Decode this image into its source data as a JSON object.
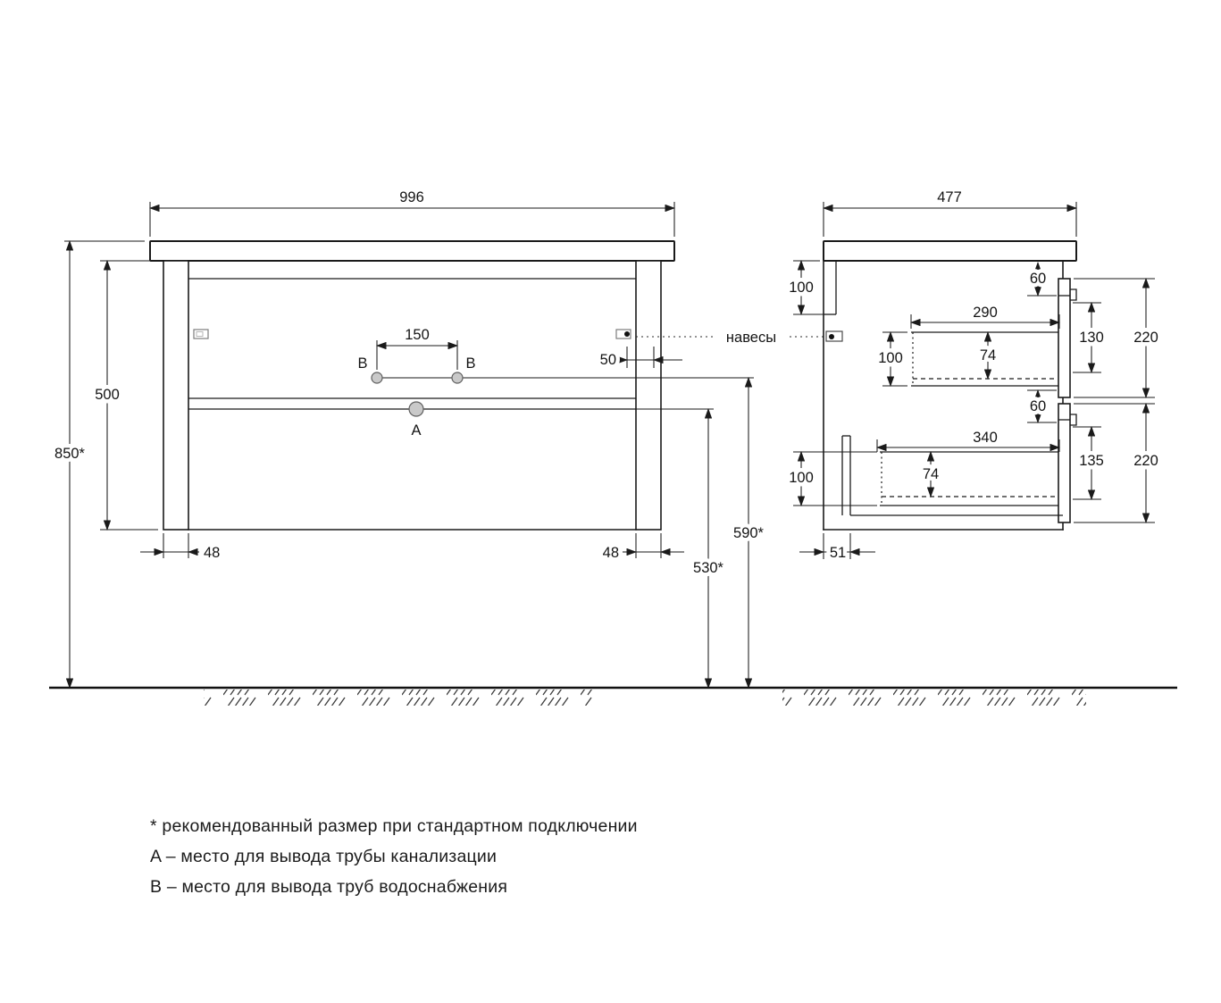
{
  "colors": {
    "line": "#1a1a1a",
    "background": "#ffffff"
  },
  "drawing": {
    "front_view": {
      "width": "996",
      "total_height": "850*",
      "cabinet_height": "500",
      "faucet_spacing": "150",
      "hanger_edge_offset": "50",
      "left_panel": "48",
      "right_panel": "48",
      "water_outlet_height": "590*",
      "drain_outlet_height": "530*",
      "point_a": "A",
      "point_b_left": "B",
      "point_b_right": "B"
    },
    "side_view": {
      "depth": "477",
      "back_rail_height": "100",
      "top_hanger_offset": "60",
      "mid_hanger_offset": "60",
      "bottom_back_gap": "51",
      "drawer1": {
        "inner_depth": "290",
        "inner_height": "100",
        "side_height": "74",
        "front_offset": "130",
        "front_height": "220"
      },
      "drawer2": {
        "inner_depth": "340",
        "inner_height": "100",
        "side_height": "74",
        "front_offset": "135",
        "front_height": "220"
      }
    },
    "callouts": {
      "hangers": "навесы"
    },
    "legend": [
      "* рекомендованный размер при стандартном подключении",
      "A – место для вывода трубы канализации",
      "B – место для вывода труб водоснабжения"
    ]
  }
}
